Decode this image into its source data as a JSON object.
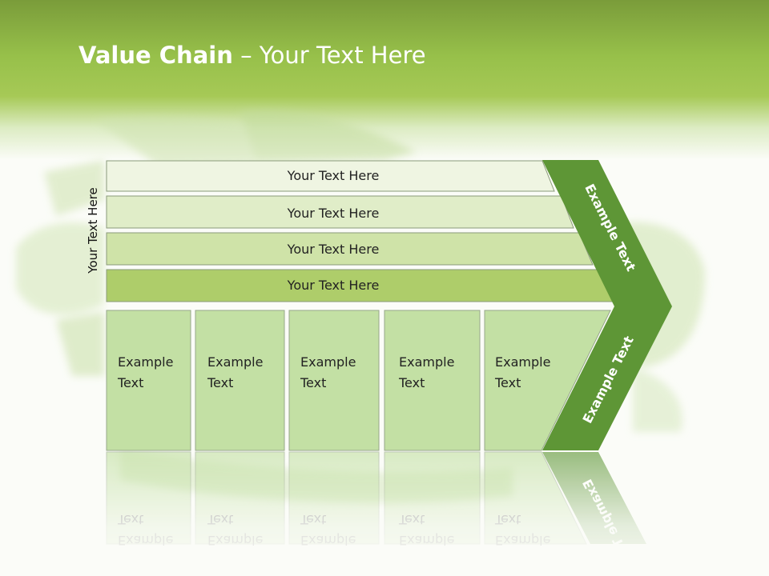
{
  "title": {
    "bold": "Value Chain",
    "rest": " – Your Text Here"
  },
  "side_label": "Your Text Here",
  "rows": [
    {
      "label": "Your Text Here",
      "fill": "#eff5e2"
    },
    {
      "label": "Your Text Here",
      "fill": "#e0edc8"
    },
    {
      "label": "Your Text Here",
      "fill": "#cfe3a8"
    },
    {
      "label": "Your Text Here",
      "fill": "#aecd6a"
    }
  ],
  "boxes": [
    {
      "line1": "Example",
      "line2": "Text"
    },
    {
      "line1": "Example",
      "line2": "Text"
    },
    {
      "line1": "Example",
      "line2": "Text"
    },
    {
      "line1": "Example",
      "line2": "Text"
    },
    {
      "line1": "Example",
      "line2": "Text"
    }
  ],
  "chevron": {
    "upper_label": "Example Text",
    "lower_label": "Example Text",
    "fill": "#5e9636"
  },
  "colors": {
    "box_fill": "#c3e0a4",
    "box_stroke": "#97a78a",
    "header": "#97c04a"
  }
}
